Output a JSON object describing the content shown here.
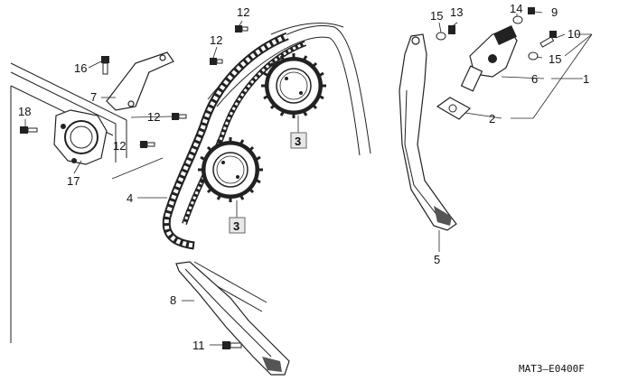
{
  "diagram": {
    "callouts": {
      "c1": "1",
      "c2": "2",
      "c3a": "3",
      "c3b": "3",
      "c4": "4",
      "c5": "5",
      "c6": "6",
      "c7": "7",
      "c8": "8",
      "c9": "9",
      "c10": "10",
      "c11": "11",
      "c12a": "12",
      "c12b": "12",
      "c12c": "12",
      "c12d": "12",
      "c13": "13",
      "c14": "14",
      "c15a": "15",
      "c15b": "15",
      "c16": "16",
      "c17": "17",
      "c18": "18"
    },
    "diagram_code": "MAT3—E0400F"
  }
}
